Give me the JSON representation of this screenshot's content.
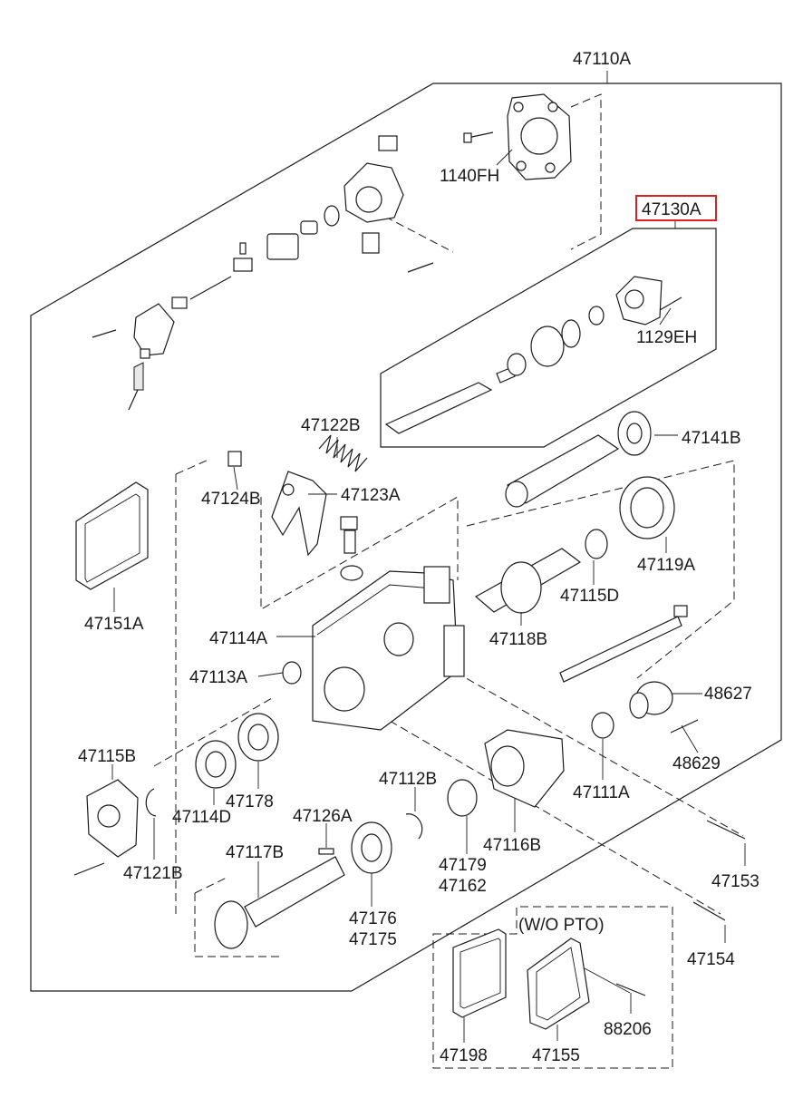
{
  "labels": {
    "l47110A": "47110A",
    "l1140FH": "1140FH",
    "l47130A": "47130A",
    "l1129EH": "1129EH",
    "l47122B": "47122B",
    "l47141B": "47141B",
    "l47124B": "47124B",
    "l47123A": "47123A",
    "l47151A": "47151A",
    "l47119A": "47119A",
    "l47115D": "47115D",
    "l47114A": "47114A",
    "l47118B": "47118B",
    "l47113A": "47113A",
    "l48627": "48627",
    "l47115B": "47115B",
    "l48629": "48629",
    "l47112B": "47112B",
    "l47178": "47178",
    "l47114D": "47114D",
    "l47111A": "47111A",
    "l47126A": "47126A",
    "l47117B": "47117B",
    "l47116B": "47116B",
    "l47121B": "47121B",
    "l47179": "47179",
    "l47162": "47162",
    "l47153": "47153",
    "l47176": "47176",
    "l47175": "47175",
    "wopto": "(W/O PTO)",
    "l47154": "47154",
    "l88206": "88206",
    "l47198": "47198",
    "l47155": "47155"
  },
  "highlight": {
    "part": "47130A",
    "color": "#e02020"
  }
}
